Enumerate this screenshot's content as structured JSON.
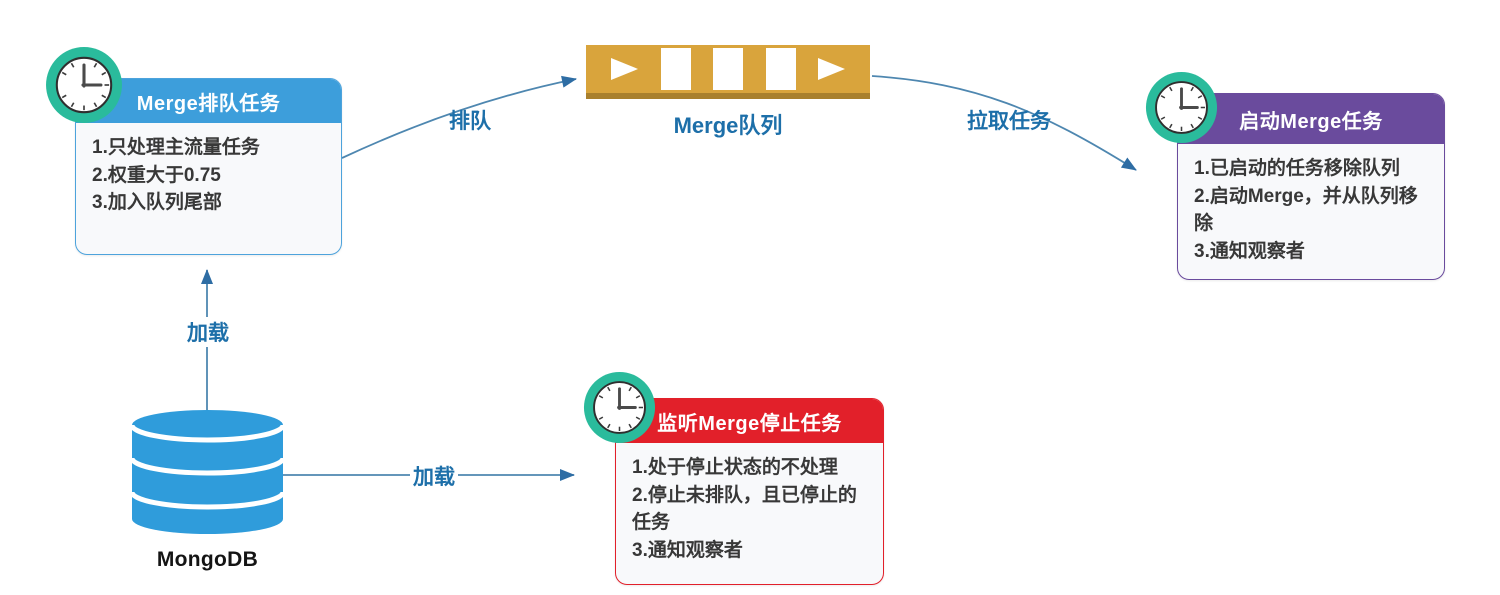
{
  "nodes": {
    "enqueue_card": {
      "title": "Merge排队任务",
      "items": [
        "1.只处理主流量任务",
        "2.权重大于0.75",
        "3.加入队列尾部"
      ]
    },
    "queue": {
      "label": "Merge队列"
    },
    "start_card": {
      "title": "启动Merge任务",
      "items": [
        "1.已启动的任务移除队列",
        "2.启动Merge，并从队列移除",
        "3.通知观察者"
      ]
    },
    "stop_card": {
      "title": "监听Merge停止任务",
      "items": [
        "1.处于停止状态的不处理",
        "2.停止未排队，且已停止的任务",
        "3.通知观察者"
      ]
    },
    "database": {
      "label": "MongoDB"
    }
  },
  "edges": {
    "db_to_enqueue": {
      "label": "加载"
    },
    "enqueue_to_queue": {
      "label": "排队"
    },
    "queue_to_start": {
      "label": "拉取任务"
    },
    "db_to_stop": {
      "label": "加载"
    }
  },
  "colors": {
    "enqueue_header_blue": "#3d9edb",
    "start_header_purple": "#6a4b9d",
    "stop_header_red": "#e2202a",
    "queue_gold": "#d9a43c",
    "queue_gold_shadow": "#a9802d",
    "database_blue": "#2f9cdb",
    "clock_teal": "#2abb9c",
    "arrow_line_blue": "#4e87b0",
    "arrow_head_blue": "#2e6da4",
    "edge_label_blue": "#1d6fa9"
  }
}
